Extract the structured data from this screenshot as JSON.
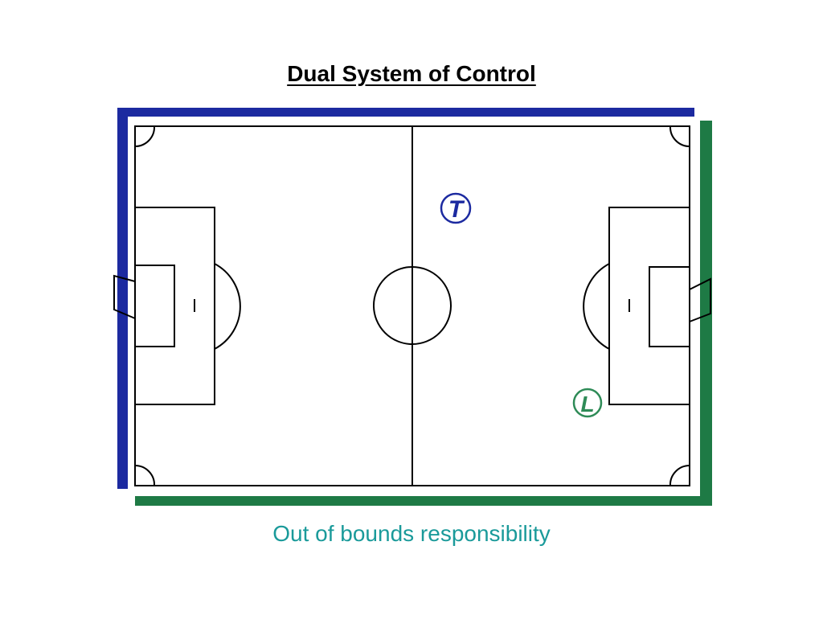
{
  "title": "Dual System of Control",
  "caption": "Out of bounds responsibility",
  "referees": {
    "trail": {
      "letter": "T",
      "color": "#1c2aa0"
    },
    "lead": {
      "letter": "L",
      "color": "#2e8b57"
    }
  },
  "colors": {
    "trail_boundary": "#1c2aa0",
    "lead_boundary": "#1e7a45",
    "field_lines": "#000000",
    "caption": "#1a9a9a"
  }
}
